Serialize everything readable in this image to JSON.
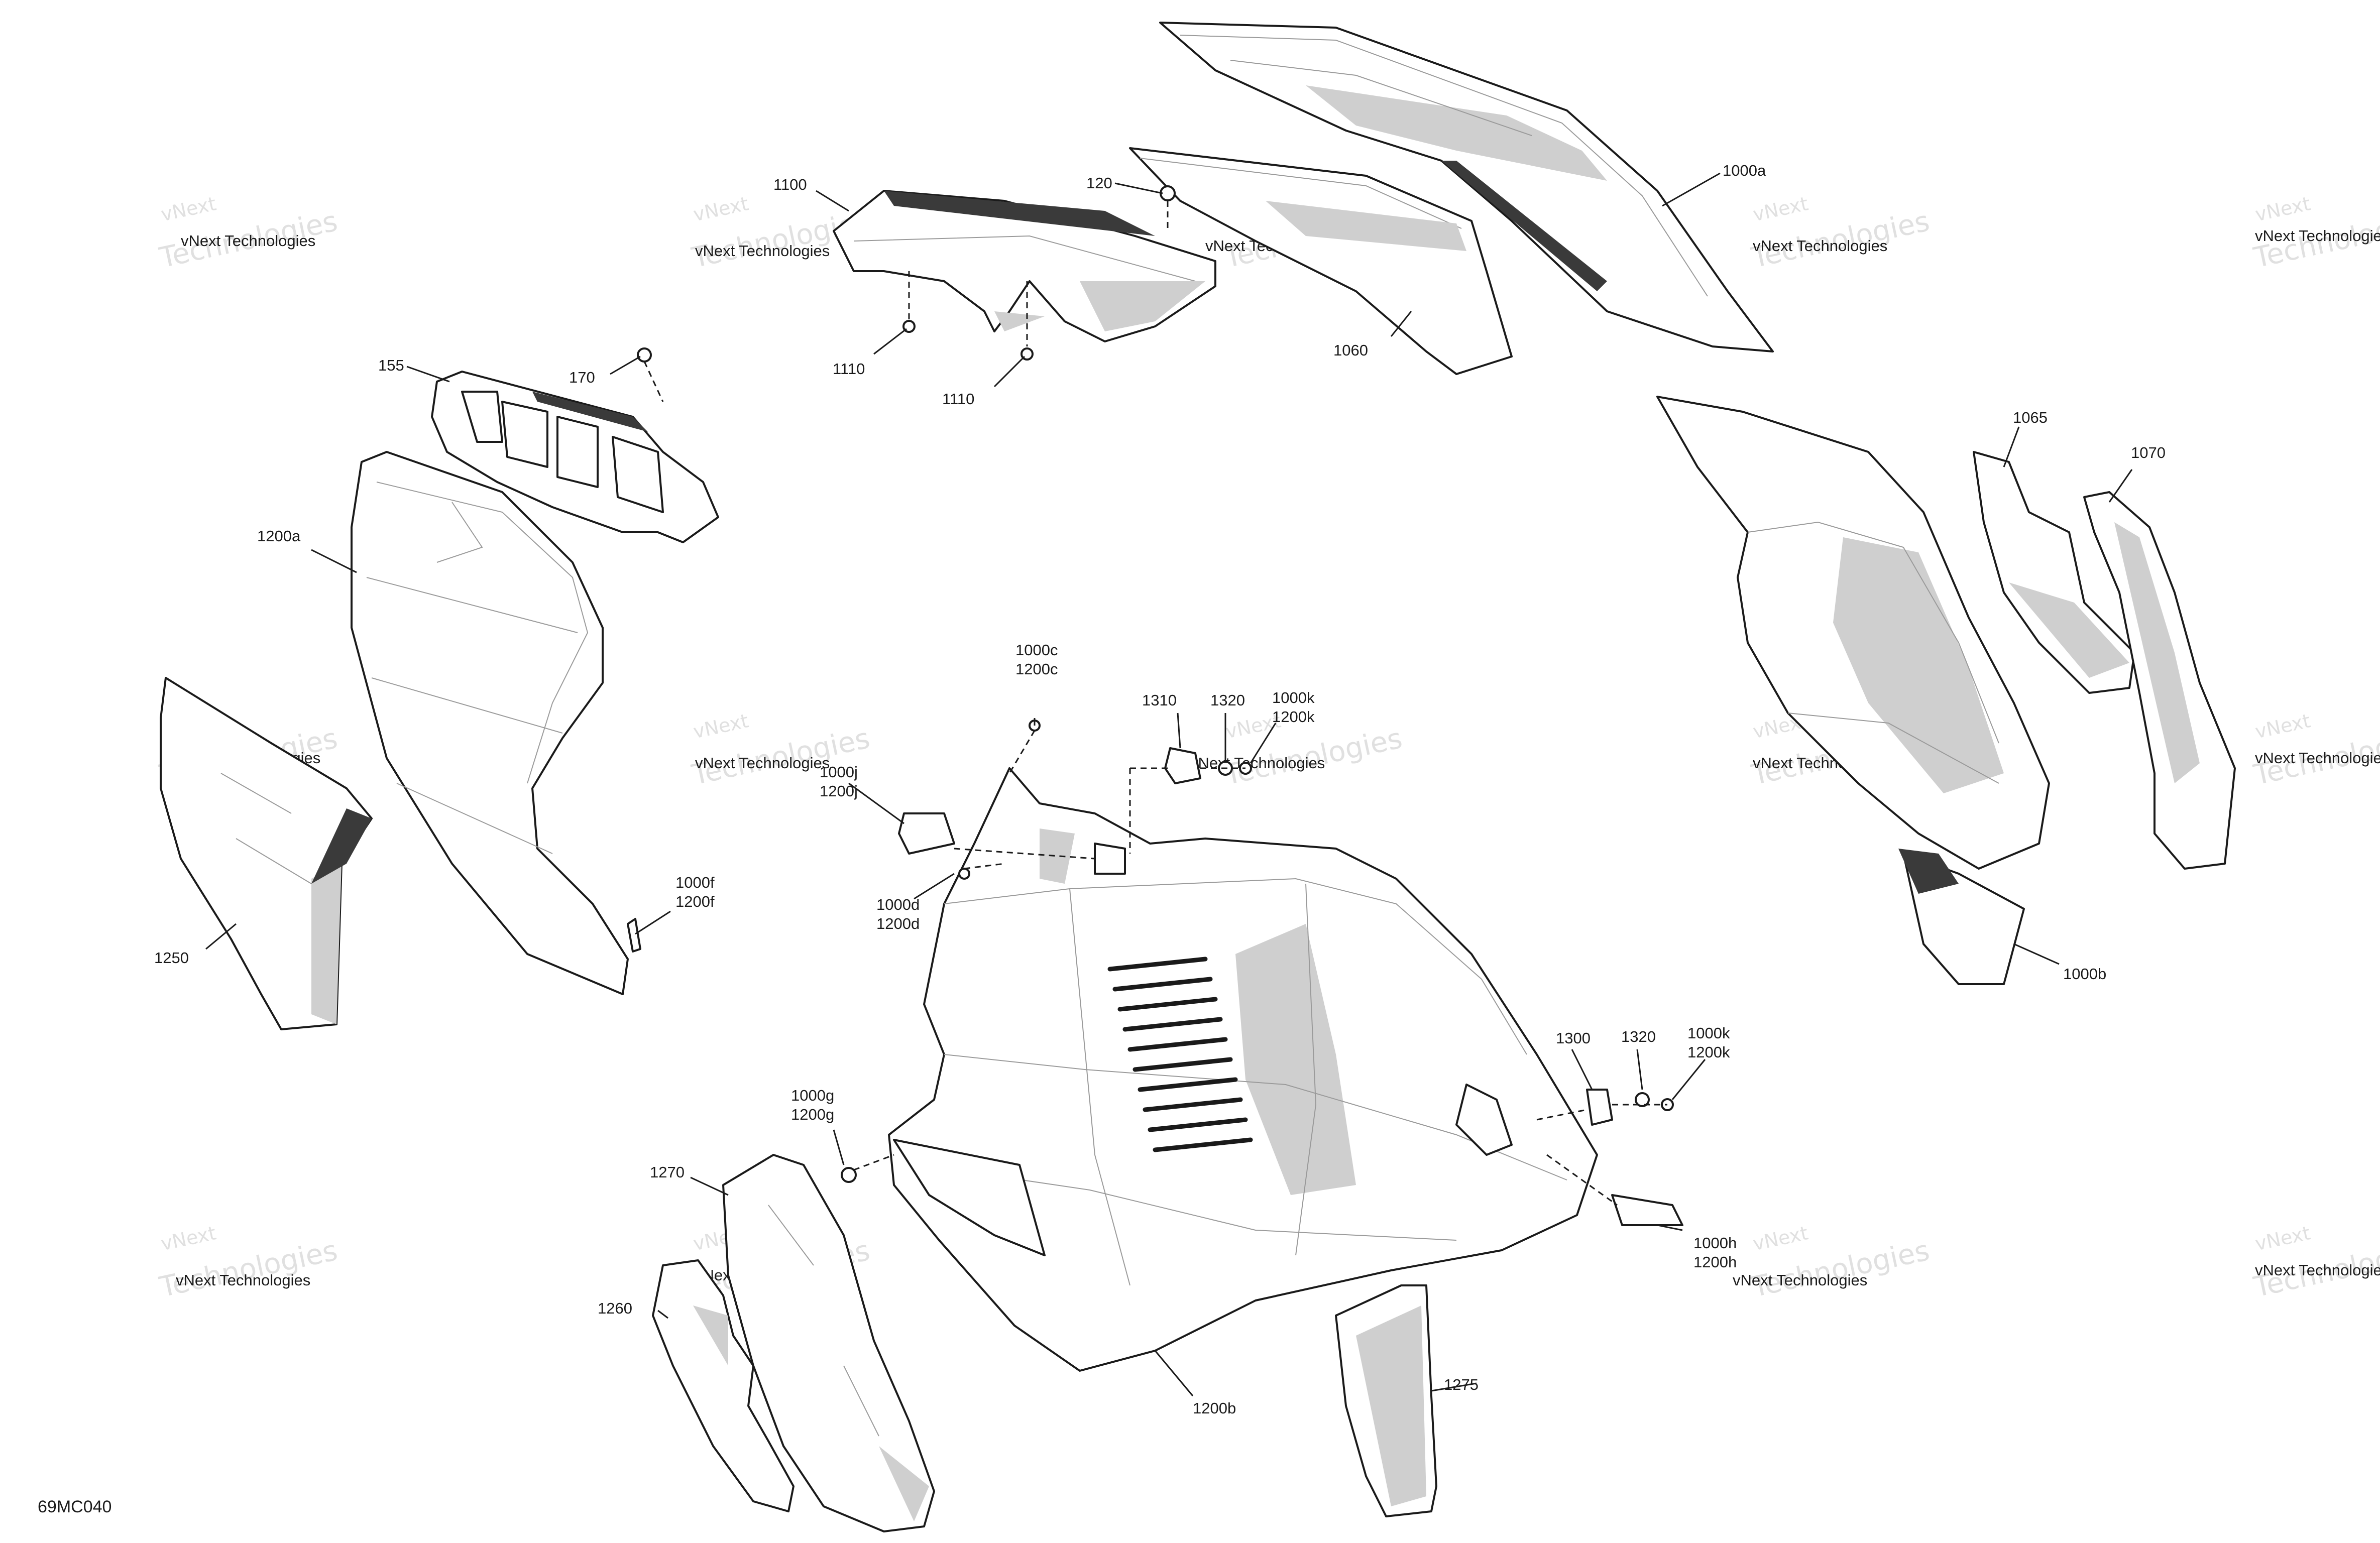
{
  "diagram_code": "69MC040",
  "watermark": {
    "company": "vNext Technologies",
    "short": "vNext",
    "big": "Technologies"
  },
  "callouts": {
    "c1100": "1100",
    "c120": "120",
    "c1000a": "1000a",
    "c1110_a": "1110",
    "c1110_b": "1110",
    "c1060": "1060",
    "c155": "155",
    "c170": "170",
    "c1200a": "1200a",
    "c1065": "1065",
    "c1070": "1070",
    "c1000c": "1000c",
    "c1200c": "1200c",
    "c1310": "1310",
    "c1320_a": "1320",
    "c1000k_a": "1000k",
    "c1200k_a": "1200k",
    "c1000j": "1000j",
    "c1200j": "1200j",
    "c1000d": "1000d",
    "c1200d": "1200d",
    "c1000f": "1000f",
    "c1200f": "1200f",
    "c1250": "1250",
    "c1000b": "1000b",
    "c1300": "1300",
    "c1320_b": "1320",
    "c1000k_b": "1000k",
    "c1200k_b": "1200k",
    "c1000g": "1000g",
    "c1200g": "1200g",
    "c1270": "1270",
    "c1000h": "1000h",
    "c1200h": "1200h",
    "c1260": "1260",
    "c1275": "1275",
    "c1200b": "1200b"
  }
}
